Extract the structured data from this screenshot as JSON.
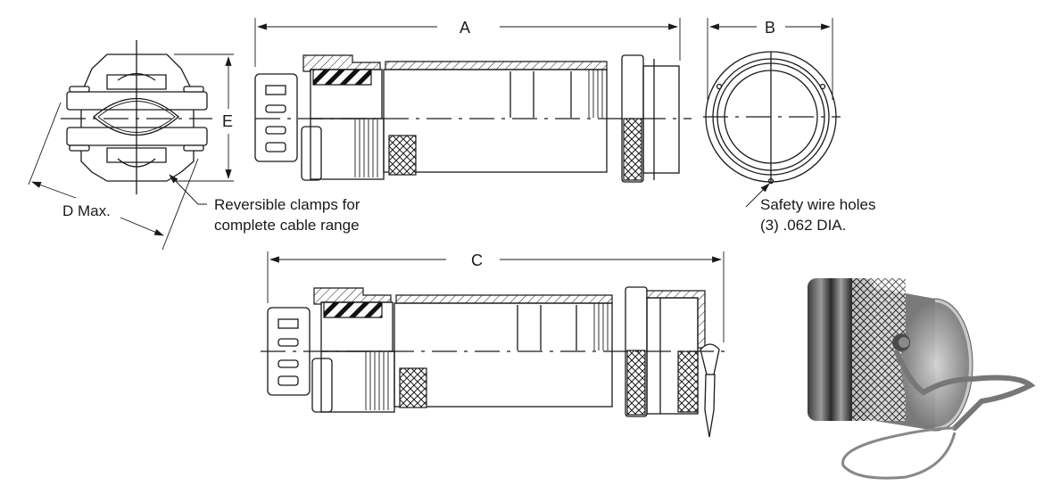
{
  "figure": {
    "type": "connector-dimension-drawing",
    "dimensions": {
      "A": "A",
      "B": "B",
      "C": "C",
      "D": "D Max.",
      "E": "E"
    },
    "callouts": {
      "clamps": [
        "Reversible clamps for",
        "complete cable range"
      ],
      "safety_wire": [
        "Safety wire holes",
        "(3) .062 DIA."
      ]
    },
    "views": [
      {
        "id": "end-view-clamp",
        "description": "Cable clamp end view"
      },
      {
        "id": "side-view-assembled",
        "description": "Plug assembly side section, dimension A"
      },
      {
        "id": "front-view-coupling",
        "description": "Coupling ring front view, dimension B"
      },
      {
        "id": "side-view-with-cap",
        "description": "Plug assembly with protective cap, dimension C"
      },
      {
        "id": "photo-protective-cap",
        "description": "Protective cap with chain and ring"
      }
    ]
  }
}
